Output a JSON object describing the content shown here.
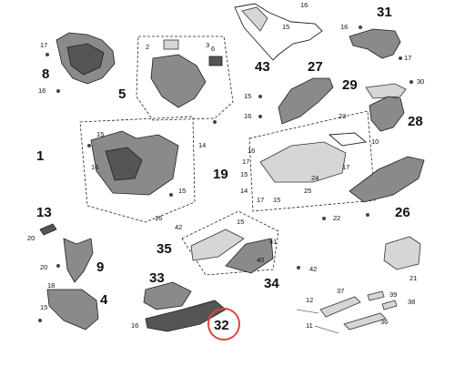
{
  "diagram": {
    "big_labels": {
      "p1": "1",
      "p4": "4",
      "p5": "5",
      "p8": "8",
      "p9": "9",
      "p13": "13",
      "p19": "19",
      "p26": "26",
      "p27": "27",
      "p28": "28",
      "p29": "29",
      "p31": "31",
      "p32": "32",
      "p33": "33",
      "p34": "34",
      "p35": "35",
      "p43": "43"
    },
    "small_labels": {
      "n2": "2",
      "n3": "3",
      "n6": "6",
      "n10": "10",
      "n11": "11",
      "n12": "12",
      "n14a": "14",
      "n14b": "14",
      "n15a": "15",
      "n15b": "15",
      "n15c": "15",
      "n15d": "15",
      "n15e": "15",
      "n15f": "15",
      "n15g": "15",
      "n16a": "16",
      "n16b": "16",
      "n16c": "16",
      "n16d": "16",
      "n16e": "16",
      "n16f": "16",
      "n16g": "16",
      "n16h": "16",
      "n17a": "17",
      "n17b": "17",
      "n17c": "17",
      "n17d": "17",
      "n17e": "17",
      "n18": "18",
      "n20a": "20",
      "n20b": "20",
      "n21": "21",
      "n22": "22",
      "n23": "23",
      "n24": "24",
      "n25": "25",
      "n30": "30",
      "n36": "36",
      "n37": "37",
      "n38": "38",
      "n39": "39",
      "n40": "40",
      "n41": "41",
      "n42a": "42",
      "n42b": "42"
    },
    "highlight_color": "#e0453a"
  }
}
